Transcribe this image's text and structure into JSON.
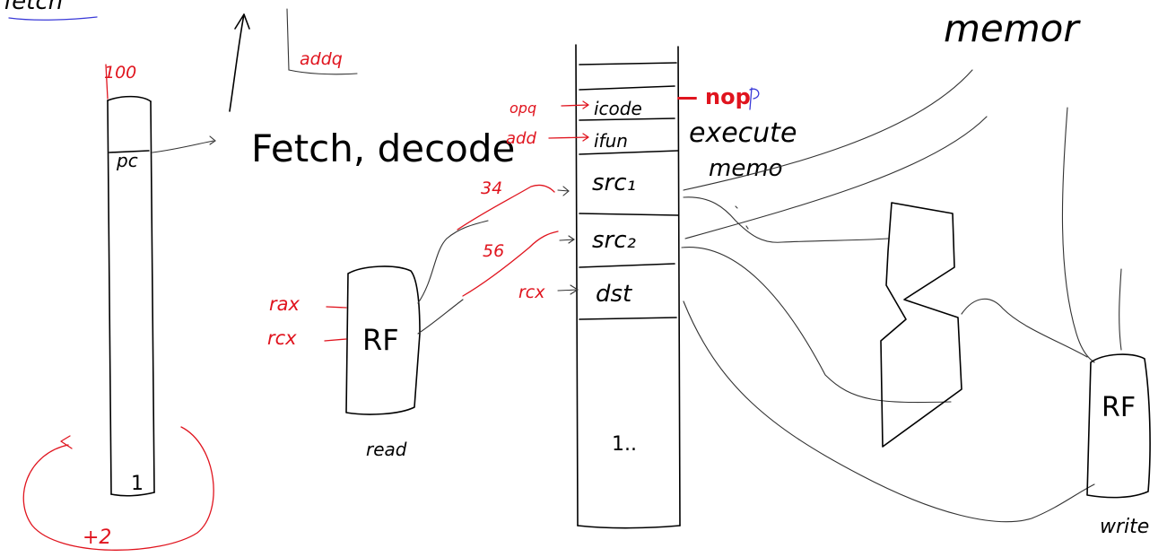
{
  "colors": {
    "ink": "#000000",
    "annotation": "#e0141e",
    "blue_ink": "#3a3ad8",
    "background": "#ffffff"
  },
  "top_left": {
    "label": "fetch"
  },
  "pc_register": {
    "address": "100",
    "label": "pc",
    "bottom_mark": "1",
    "loop_label": "+2"
  },
  "arrow_label": "addq",
  "fetch_decode": {
    "label": "Fetch, decode"
  },
  "register_file_read": {
    "label": "RF",
    "caption": "read",
    "inputs": [
      "rax",
      "rcx"
    ]
  },
  "pipeline_register": {
    "fields": [
      "icode",
      "ifun",
      "src₁",
      "src₂",
      "dst"
    ],
    "field_values": [
      "opq",
      "add",
      "34",
      "56",
      "rcx"
    ],
    "bottom_mark": "1..",
    "icode_override_strike": "—",
    "icode_override": "nop"
  },
  "stages": {
    "execute": "execute",
    "memory": "memo",
    "memory_top": "memor"
  },
  "register_file_write": {
    "label": "RF",
    "caption": "write"
  }
}
